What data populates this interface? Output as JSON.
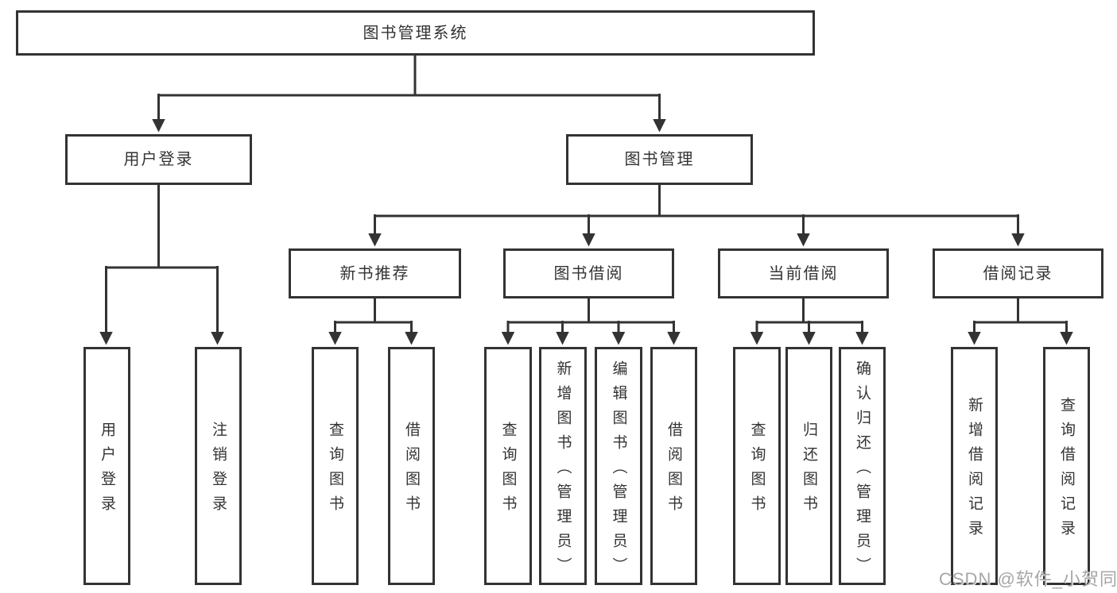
{
  "diagram_type": "hierarchy-tree",
  "colors": {
    "line": "#333333",
    "box_border": "#333333",
    "text": "#333333",
    "background": "#ffffff",
    "watermark": "#a6a6a6"
  },
  "tree": {
    "label": "图书管理系统",
    "children": [
      {
        "label": "用户登录",
        "children": [
          {
            "label": "用户登录"
          },
          {
            "label": "注销登录"
          }
        ]
      },
      {
        "label": "图书管理",
        "children": [
          {
            "label": "新书推荐",
            "children": [
              {
                "label": "查询图书"
              },
              {
                "label": "借阅图书"
              }
            ]
          },
          {
            "label": "图书借阅",
            "children": [
              {
                "label": "查询图书"
              },
              {
                "label": "新增图书（管理员）"
              },
              {
                "label": "编辑图书（管理员）"
              },
              {
                "label": "借阅图书"
              }
            ]
          },
          {
            "label": "当前借阅",
            "children": [
              {
                "label": "查询图书"
              },
              {
                "label": "归还图书"
              },
              {
                "label": "确认归还（管理员）"
              }
            ]
          },
          {
            "label": "借阅记录",
            "children": [
              {
                "label": "新增借阅记录"
              },
              {
                "label": "查询借阅记录"
              }
            ]
          }
        ]
      }
    ]
  },
  "watermark": {
    "text": "CSDN @软件_小贺同学"
  }
}
